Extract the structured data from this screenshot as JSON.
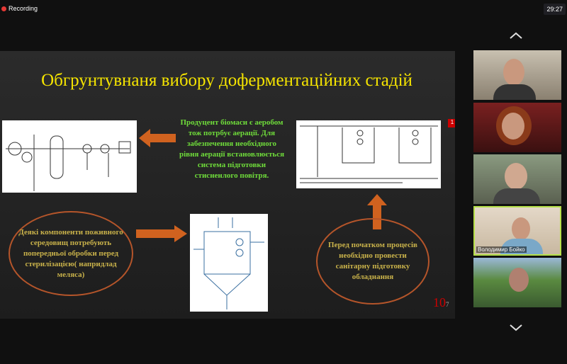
{
  "recording": {
    "label": "Recording",
    "color": "#e53935"
  },
  "timer": "29:27",
  "slide": {
    "title": "Обгрунтувнаня вибору доферментаційних стадій",
    "green_text": "Продуцент біомаси є аеробом тож потрбує аерації. Для забезпечення необхідного рівня аерації встановлюється система підготовки стисненлого повітря.",
    "oval_left": "Деякі компоненти поживного середовищ потребують попередньої обробки перед стерилізацією( напридлад меляса)",
    "oval_right": "Перед початком процесів необхідно провести санітарну підготовку обладнання",
    "page_number": "10",
    "page_sub": "7",
    "badge": "1"
  },
  "participants": [
    {
      "name": ""
    },
    {
      "name": ""
    },
    {
      "name": ""
    },
    {
      "name": "Володимир Бойко",
      "active": true
    },
    {
      "name": ""
    }
  ]
}
